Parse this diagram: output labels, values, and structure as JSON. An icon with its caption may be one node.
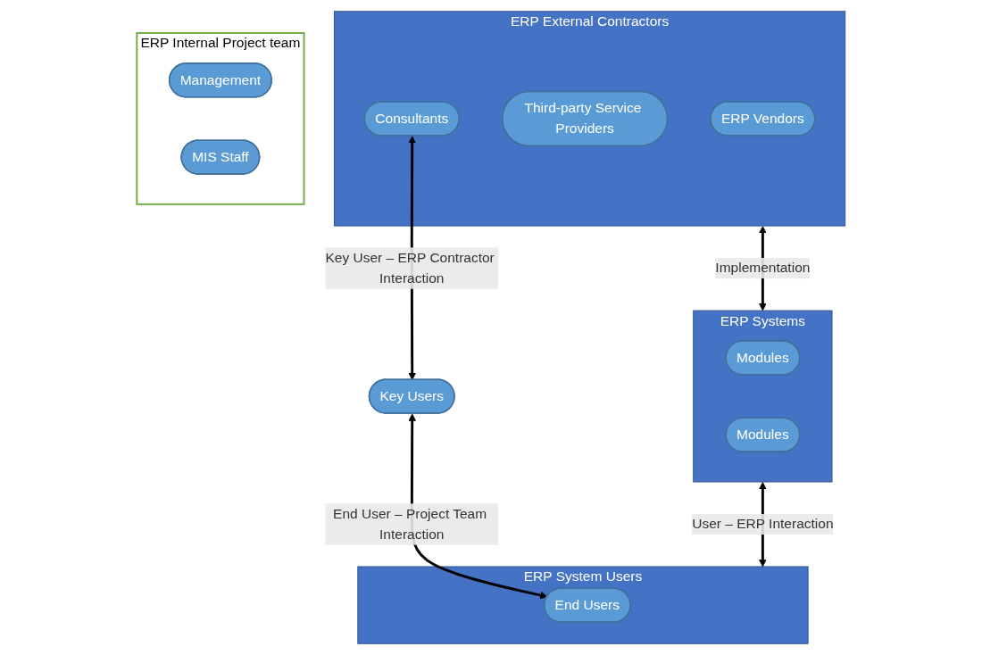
{
  "diagram": {
    "nodes": [
      {
        "text": [
          "ERP External Contractors"
        ]
      },
      {
        "text": [
          "ERP Vendors"
        ],
        "in": 0
      },
      {
        "text": [
          "Third-party Service Providers"
        ],
        "in": 0
      },
      {
        "text": [
          "Consultants"
        ],
        "in": 0
      },
      {
        "text": [
          "ERP Systems"
        ]
      },
      {
        "text": [
          "Modules"
        ],
        "in": 4
      },
      {
        "text": [
          "Modules"
        ],
        "in": 4
      },
      {
        "text": [
          "ERP Internal Project team"
        ]
      },
      {
        "text": [
          "Management"
        ],
        "in": 7
      },
      {
        "text": [
          "MIS Staff"
        ],
        "in": 7
      },
      {
        "text": [
          "ERP System Users"
        ]
      },
      {
        "text": [
          "Key Users"
        ]
      },
      {
        "text": [
          "End Users"
        ],
        "in": 10
      }
    ],
    "edges": [
      {
        "from": 0,
        "to": 4,
        "arrow": "both",
        "label": "Implementation"
      },
      {
        "from": 3,
        "to": 11,
        "arrow": "both",
        "label": "Key User – ERP Contractor Interaction"
      },
      {
        "from": 4,
        "to": 10,
        "arrow": "both",
        "label": "User – ERP Interaction"
      },
      {
        "from": 11,
        "to": 12,
        "arrow": "both",
        "label": "End User – Project Team Interaction"
      }
    ]
  }
}
